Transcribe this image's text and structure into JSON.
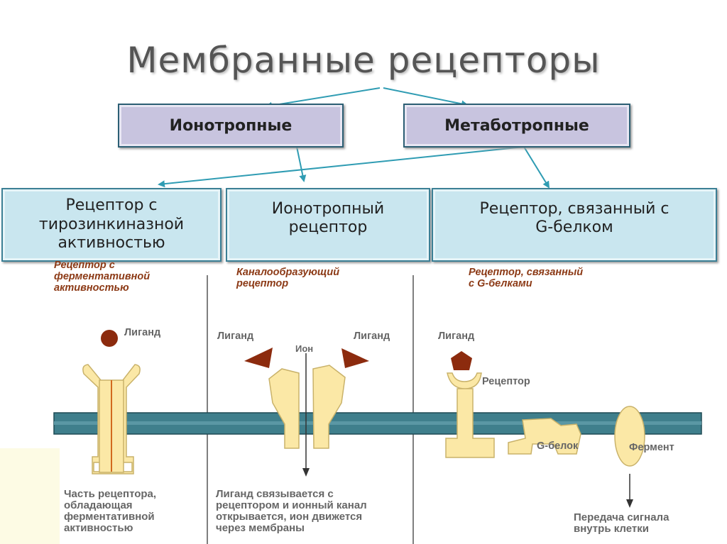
{
  "title": "Мембранные рецепторы",
  "categories": {
    "ionotropic": "Ионотропные",
    "metabotropic": "Метаботропные"
  },
  "types": {
    "tyrosine_kinase": [
      "Рецептор с",
      "тирозинкиназной",
      "активностью"
    ],
    "ionotropic_receptor": [
      "Ионотропный",
      "рецептор"
    ],
    "g_protein": [
      "Рецептор, связанный с",
      "G-белком"
    ]
  },
  "panels": {
    "left": {
      "heading": [
        "Рецептор с",
        "ферментативной",
        "активностью"
      ],
      "ligand": "Лиганд",
      "caption": [
        "Часть рецептора,",
        "обладающая",
        "ферментативной",
        "активностью"
      ]
    },
    "middle": {
      "heading": [
        "Каналообразующий",
        "рецептор"
      ],
      "ligand_left": "Лиганд",
      "ligand_right": "Лиганд",
      "ion": "Ион",
      "caption": [
        "Лиганд связывается с",
        "рецептором и ионный канал",
        "открывается, ион движется",
        "через мембраны"
      ]
    },
    "right": {
      "heading": [
        "Рецептор, связанный",
        "с G-белками"
      ],
      "ligand": "Лиганд",
      "receptor": "Рецептор",
      "g_protein": "G-белок",
      "enzyme": "Фермент",
      "caption": [
        "Передача сигнала",
        "внутрь клетки"
      ]
    }
  },
  "colors": {
    "arrow": "#2f9cb3",
    "membrane": "#3f7f8c",
    "receptor_fill": "#fbe8a6",
    "ligand": "#8c2b0e",
    "heading_text": "#8c3a16"
  }
}
